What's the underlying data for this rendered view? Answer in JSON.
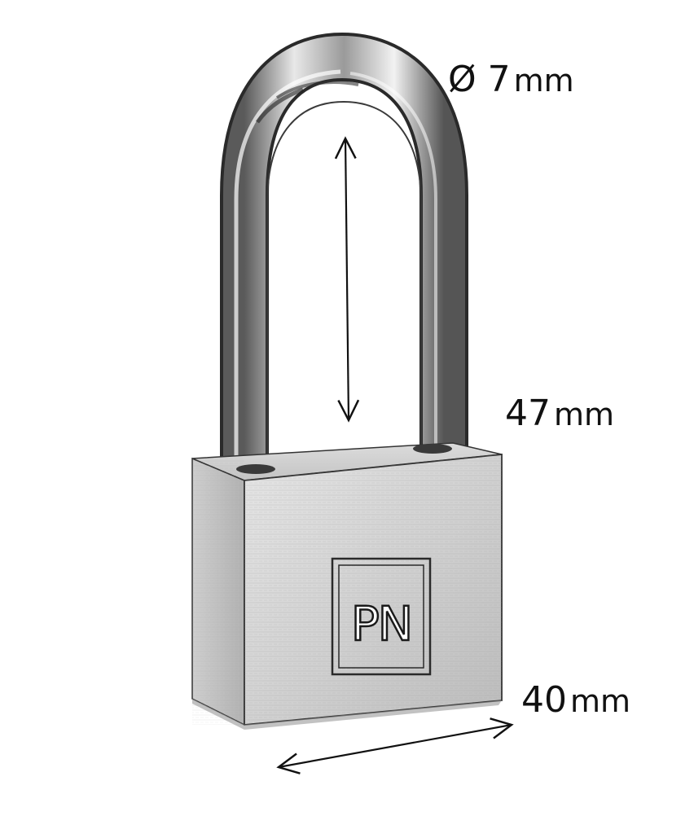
{
  "colors": {
    "background": "#ffffff",
    "ink": "#111111",
    "metal_light": "#efefef",
    "metal_mid": "#bdbdbd",
    "metal_dark": "#4a4a4a"
  },
  "padlock": {
    "brand_mark": "PN"
  },
  "dimensions": {
    "shackle_diameter": {
      "value": "Ø 7",
      "unit": "mm"
    },
    "shackle_height": {
      "value": "47",
      "unit": "mm"
    },
    "body_width": {
      "value": "40",
      "unit": "mm"
    }
  }
}
